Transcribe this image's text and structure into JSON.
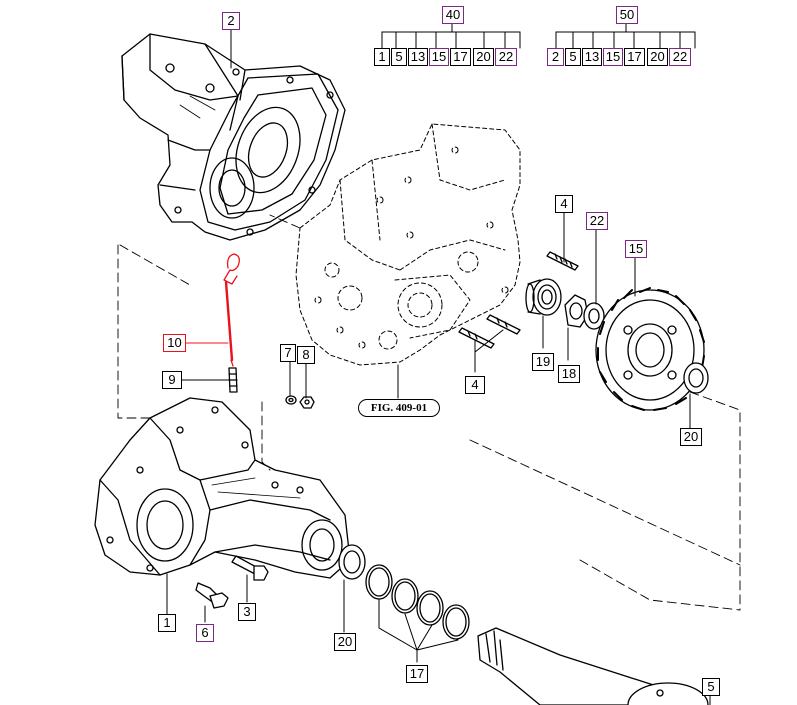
{
  "figure_reference": "FIG. 409-01",
  "colors": {
    "line": "#000000",
    "highlight": "#e8141c",
    "linked": "#7a2a84"
  },
  "callouts": [
    {
      "id": "c2",
      "text": "2",
      "style": "purple"
    },
    {
      "id": "c4a",
      "text": "4",
      "style": "normal"
    },
    {
      "id": "c22",
      "text": "22",
      "style": "purple"
    },
    {
      "id": "c15",
      "text": "15",
      "style": "purple"
    },
    {
      "id": "c10",
      "text": "10",
      "style": "red"
    },
    {
      "id": "c7",
      "text": "7",
      "style": "normal"
    },
    {
      "id": "c8",
      "text": "8",
      "style": "normal"
    },
    {
      "id": "c9",
      "text": "9",
      "style": "normal"
    },
    {
      "id": "c19",
      "text": "19",
      "style": "normal"
    },
    {
      "id": "c18",
      "text": "18",
      "style": "normal"
    },
    {
      "id": "c4b",
      "text": "4",
      "style": "normal"
    },
    {
      "id": "c20a",
      "text": "20",
      "style": "normal"
    },
    {
      "id": "c1",
      "text": "1",
      "style": "normal"
    },
    {
      "id": "c6",
      "text": "6",
      "style": "purple"
    },
    {
      "id": "c3",
      "text": "3",
      "style": "normal"
    },
    {
      "id": "c20b",
      "text": "20",
      "style": "normal"
    },
    {
      "id": "c17",
      "text": "17",
      "style": "normal"
    },
    {
      "id": "c5",
      "text": "5",
      "style": "normal"
    }
  ],
  "kits": [
    {
      "id": "kit40",
      "number": "40",
      "number_style": "purple",
      "items": [
        {
          "text": "1",
          "style": "normal"
        },
        {
          "text": "5",
          "style": "normal"
        },
        {
          "text": "13",
          "style": "normal"
        },
        {
          "text": "15",
          "style": "purple"
        },
        {
          "text": "17",
          "style": "normal"
        },
        {
          "text": "20",
          "style": "normal"
        },
        {
          "text": "22",
          "style": "purple"
        }
      ]
    },
    {
      "id": "kit50",
      "number": "50",
      "number_style": "purple",
      "items": [
        {
          "text": "2",
          "style": "purple"
        },
        {
          "text": "5",
          "style": "normal"
        },
        {
          "text": "13",
          "style": "normal"
        },
        {
          "text": "15",
          "style": "purple"
        },
        {
          "text": "17",
          "style": "normal"
        },
        {
          "text": "20",
          "style": "normal"
        },
        {
          "text": "22",
          "style": "purple"
        }
      ]
    }
  ]
}
